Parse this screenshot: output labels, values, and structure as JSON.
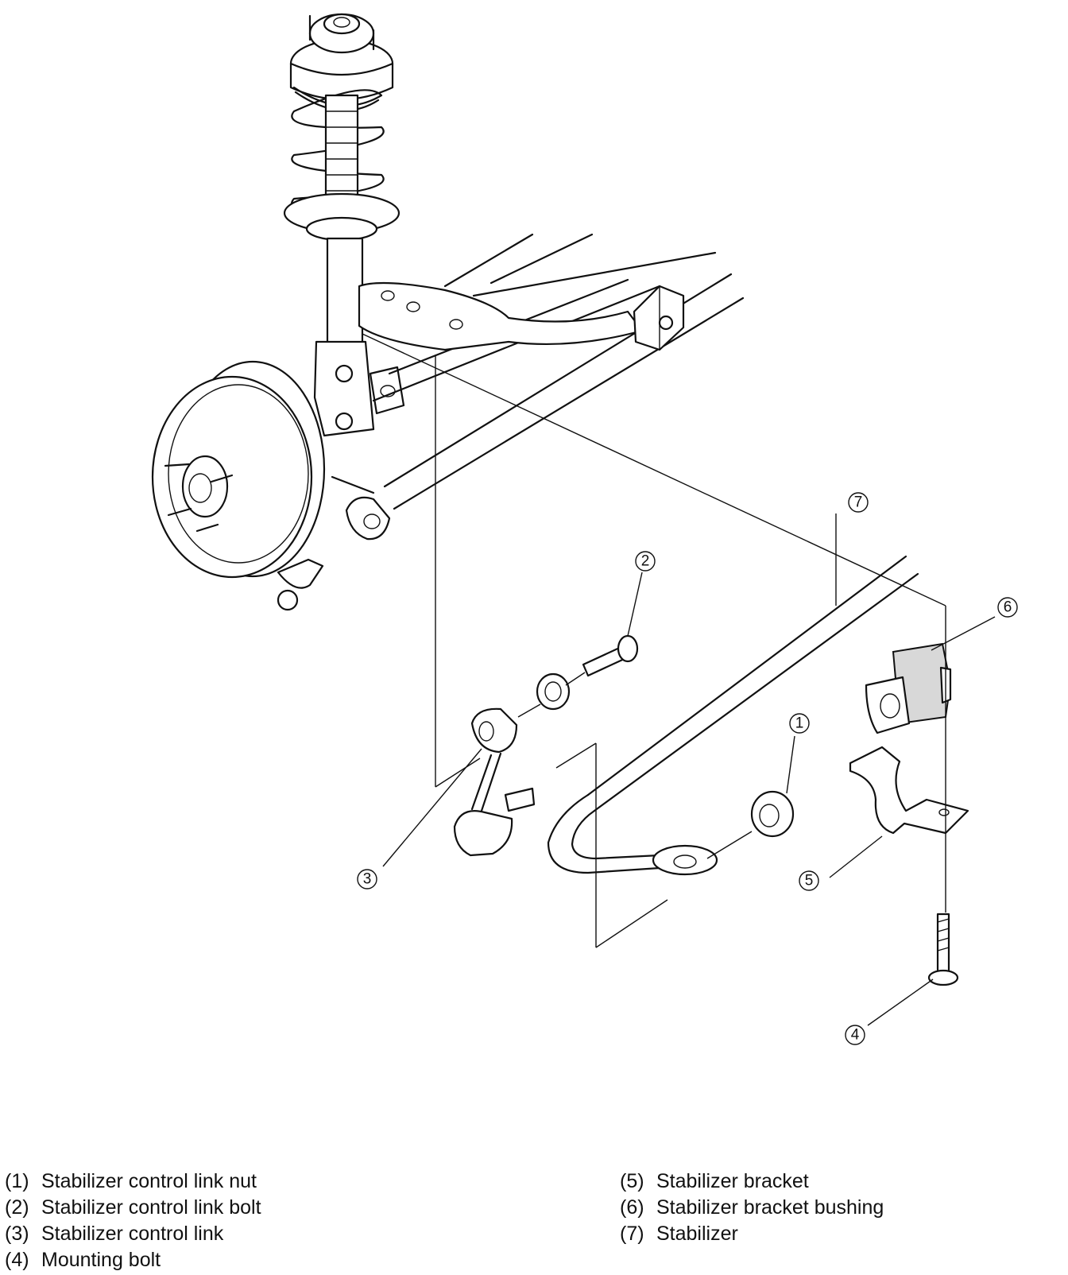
{
  "callouts": [
    {
      "id": "1",
      "label": "①"
    },
    {
      "id": "2",
      "label": "②"
    },
    {
      "id": "3",
      "label": "③"
    },
    {
      "id": "4",
      "label": "④"
    },
    {
      "id": "5",
      "label": "⑤"
    },
    {
      "id": "6",
      "label": "⑥"
    },
    {
      "id": "7",
      "label": "⑦"
    }
  ],
  "legend": {
    "left": [
      {
        "num": "(1)",
        "text": "Stabilizer control link nut"
      },
      {
        "num": "(2)",
        "text": "Stabilizer control link bolt"
      },
      {
        "num": "(3)",
        "text": "Stabilizer control link"
      },
      {
        "num": "(4)",
        "text": "Mounting bolt"
      }
    ],
    "right": [
      {
        "num": "(5)",
        "text": "Stabilizer bracket"
      },
      {
        "num": "(6)",
        "text": "Stabilizer bracket bushing"
      },
      {
        "num": "(7)",
        "text": "Stabilizer"
      }
    ]
  }
}
